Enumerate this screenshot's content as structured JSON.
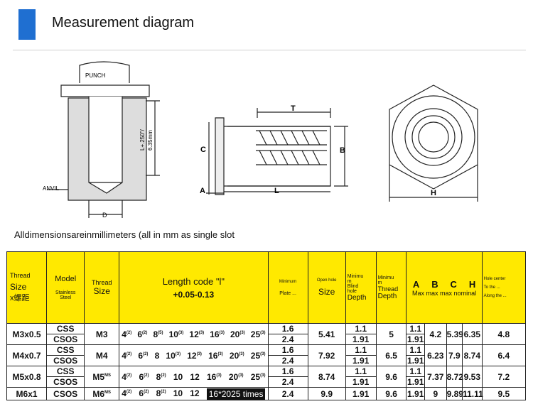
{
  "page": {
    "title": "Measurement diagram",
    "accent": "#1f6fd1",
    "header_color": "#ffe900"
  },
  "diagram": {
    "punch": "PUNCH",
    "anvil": "ANVIL",
    "d": "D",
    "length_note_1": "L+.250\"/",
    "length_note_2": "6.35mm",
    "t": "T",
    "c": "C",
    "b": "B",
    "a": "A",
    "l": "L",
    "h": "H"
  },
  "caption": "Alldimensionsareinmillimeters (all in mm as single slot",
  "table": {
    "header": {
      "thread": "Thread",
      "size": "Size",
      "pitch": "x螺距",
      "model": "Model",
      "stainless": "Stainless",
      "steel": "Steel",
      "thread2": "Thread",
      "size2": "Size",
      "length_code": "Length code \"l\"",
      "tolerance": "+0.05-0.13",
      "minimum": "Minimum",
      "plate": "Plate ...",
      "open_hole": "Open hole",
      "open_size": "Size",
      "min_blind_1": "Minimu",
      "min_blind_2": "m",
      "blind": "Blind",
      "hole": "hole",
      "depth": "Depth",
      "min_thread_1": "Minimu",
      "min_thread_2": "m",
      "thread3": "Thread",
      "depth2": "Depth",
      "col_a": "A",
      "col_b": "B",
      "col_c": "C",
      "col_h": "H",
      "maxnominal": "Max max max nominal",
      "hole_center": "Hole center",
      "to_the": "To the ...",
      "along": "Along the ..."
    },
    "rows": [
      {
        "size": "M3x0.5",
        "model1": "CSS",
        "model2": "CSOS",
        "thread": "M3",
        "lengths": [
          [
            "4",
            "(2)"
          ],
          [
            "6",
            "(2)"
          ],
          [
            "8",
            "(5)"
          ],
          [
            "10",
            "(3)"
          ],
          [
            "12",
            "(3)"
          ],
          [
            "16",
            "(3)"
          ],
          [
            "20",
            "(3)"
          ],
          [
            "25",
            "(3)"
          ]
        ],
        "plate1": "1.6",
        "plate2": "2.4",
        "hole": "5.41",
        "blind1": "1.1",
        "blind2": "1.91",
        "thread_depth": "5",
        "a1": "1.1",
        "a2": "1.91",
        "b": "4.2",
        "c": "5.39",
        "h": "6.35",
        "center": "4.8"
      },
      {
        "size": "M4x0.7",
        "model1": "CSS",
        "model2": "CSOS",
        "thread": "M4",
        "lengths": [
          [
            "4",
            "(2)"
          ],
          [
            "6",
            "(2)"
          ],
          [
            "8",
            ""
          ],
          [
            "10",
            "(3)"
          ],
          [
            "12",
            "(3)"
          ],
          [
            "16",
            "(3)"
          ],
          [
            "20",
            "(3)"
          ],
          [
            "25",
            "(3)"
          ]
        ],
        "plate1": "1.6",
        "plate2": "2.4",
        "hole": "7.92",
        "blind1": "1.1",
        "blind2": "1.91",
        "thread_depth": "6.5",
        "a1": "1.1",
        "a2": "1.91",
        "b": "6.23",
        "c": "7.9",
        "h": "8.74",
        "center": "6.4"
      },
      {
        "size": "M5x0.8",
        "model1": "CSS",
        "model2": "CSOS",
        "thread": "M5",
        "thread_sup": "MS",
        "lengths": [
          [
            "4",
            "(2)"
          ],
          [
            "6",
            "(2)"
          ],
          [
            "8",
            "(2)"
          ],
          [
            "10",
            ""
          ],
          [
            "12",
            ""
          ],
          [
            "16",
            "(3)"
          ],
          [
            "20",
            "(3)"
          ],
          [
            "25",
            "(3)"
          ]
        ],
        "plate1": "1.6",
        "plate2": "2.4",
        "hole": "8.74",
        "blind1": "1.1",
        "blind2": "1.91",
        "thread_depth": "9.6",
        "a1": "1.1",
        "a2": "1.91",
        "b": "7.37",
        "c": "8.72",
        "h": "9.53",
        "center": "7.2"
      },
      {
        "size": "M6x1",
        "model1": "CSOS",
        "thread": "M6",
        "thread_sup": "MS",
        "lengths": [
          [
            "4",
            "(2)"
          ],
          [
            "6",
            "(2)"
          ],
          [
            "8",
            "(2)"
          ],
          [
            "10",
            ""
          ],
          [
            "12",
            ""
          ]
        ],
        "highlight": "16*2025 times",
        "plate1": "2.4",
        "hole": "9.9",
        "blind1": "1.91",
        "thread_depth": "9.6",
        "a1": "1.91",
        "b": "9",
        "c": "9.89",
        "h": "11.11",
        "center": "9.5"
      }
    ]
  }
}
